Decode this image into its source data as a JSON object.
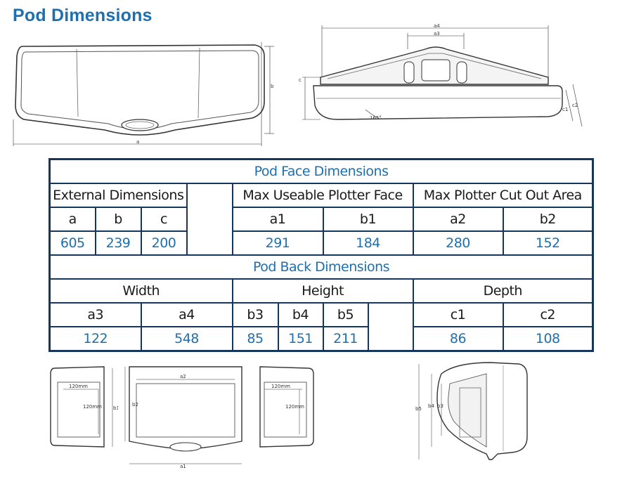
{
  "page": {
    "title": "Pod Dimensions"
  },
  "colors": {
    "accent": "#1f6fae",
    "border": "#16365c",
    "line": "#333333"
  },
  "top_front_drawing": {
    "labels": {
      "width": "a",
      "height": "b"
    }
  },
  "top_side_drawing": {
    "labels": {
      "top_outer": "a4",
      "top_inner": "a3",
      "height": "c",
      "angle": "165°",
      "depth1": "c1",
      "depth2": "c2"
    }
  },
  "table": {
    "face_title": "Pod Face Dimensions",
    "external_header": "External Dimensions",
    "max_useable_header": "Max Useable Plotter Face",
    "max_cutout_header": "Max Plotter Cut Out Area",
    "face_cols": [
      "a",
      "b",
      "c",
      "a1",
      "b1",
      "a2",
      "b2"
    ],
    "face_vals": [
      "605",
      "239",
      "200",
      "291",
      "184",
      "280",
      "152"
    ],
    "back_title": "Pod Back Dimensions",
    "width_header": "Width",
    "height_header": "Height",
    "depth_header": "Depth",
    "back_cols": [
      "a3",
      "a4",
      "b3",
      "b4",
      "b5",
      "c1",
      "c2"
    ],
    "back_vals": [
      "122",
      "548",
      "85",
      "151",
      "211",
      "86",
      "108"
    ]
  },
  "bottom_left_drawing": {
    "labels": {
      "inner_w": "120mm",
      "inner_h": "120mm",
      "height": "b1"
    }
  },
  "bottom_center_drawing": {
    "labels": {
      "top": "a2",
      "left": "b2",
      "bottom": "a1"
    }
  },
  "bottom_right_drawing": {
    "labels": {
      "inner_w": "120mm",
      "inner_h": "120mm"
    }
  },
  "bottom_side_drawing": {
    "labels": {
      "b5": "b5",
      "b4": "b4",
      "b3": "b3"
    }
  }
}
